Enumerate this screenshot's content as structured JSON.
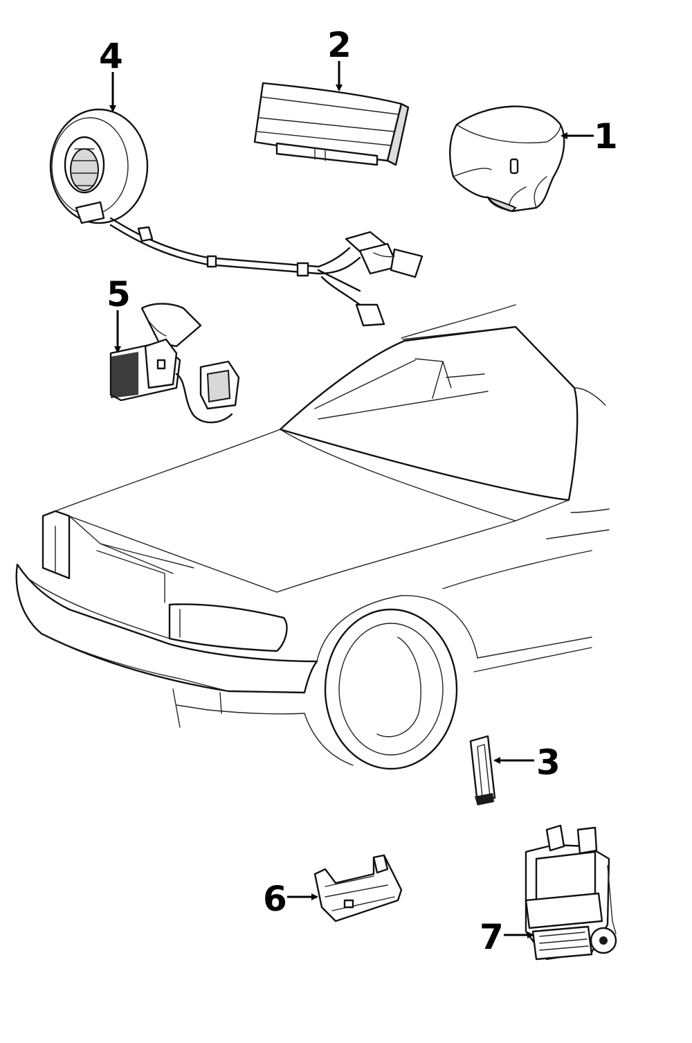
{
  "callouts": [
    {
      "id": "1",
      "part": "driver-airbag"
    },
    {
      "id": "2",
      "part": "passenger-airbag"
    },
    {
      "id": "3",
      "part": "impact-sensor"
    },
    {
      "id": "4",
      "part": "clock-spring"
    },
    {
      "id": "5",
      "part": "front-sensor"
    },
    {
      "id": "6",
      "part": "module-bracket"
    },
    {
      "id": "7",
      "part": "control-module"
    }
  ]
}
